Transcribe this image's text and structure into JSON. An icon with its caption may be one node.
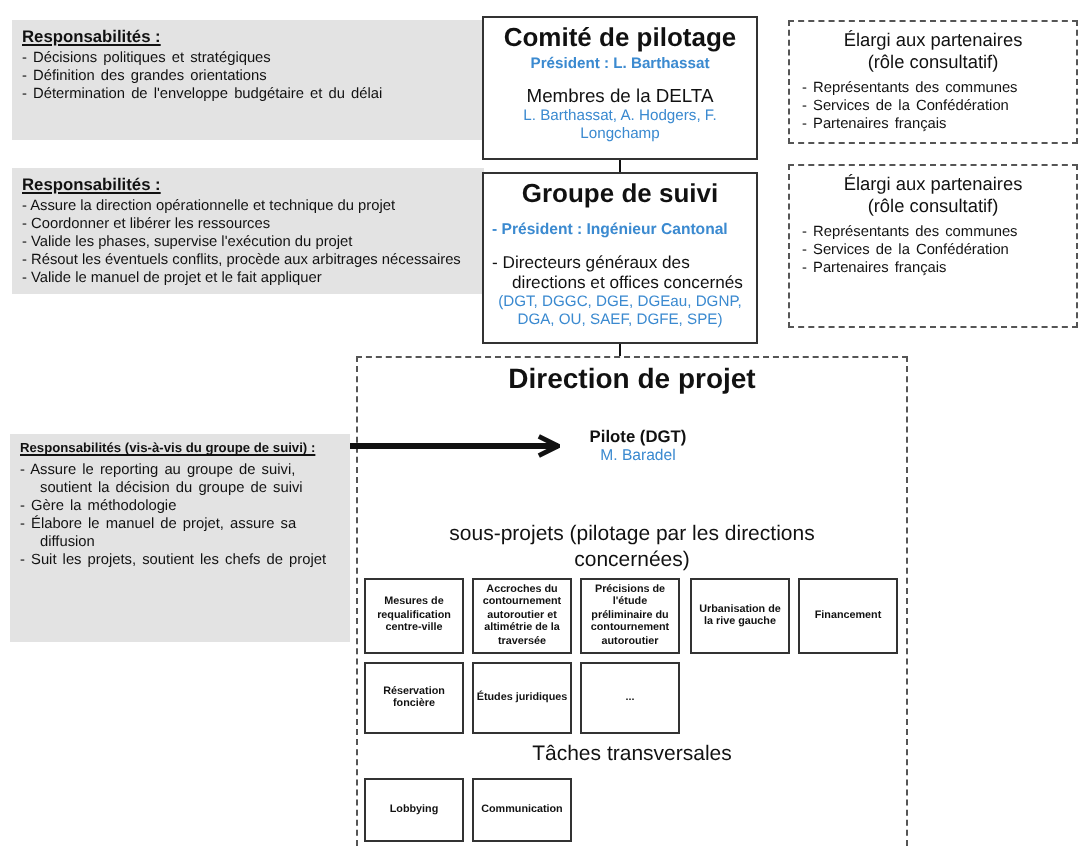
{
  "diagram": {
    "nodes": [
      {
        "text": [
          "Responsabilités :",
          "- Décisions politiques et stratégiques",
          "- Définition des grandes orientations",
          "- Détermination de l'enveloppe budgétaire et du délai"
        ]
      },
      {
        "text": [
          "Comité de pilotage",
          "**Président :** L. Barthassat",
          "Membres de la DELTA",
          "L. Barthassat, A. Hodgers, F. Longchamp"
        ]
      },
      {
        "text": [
          "Élargi aux partenaires (rôle consultatif)",
          "- Représentants des communes",
          "- Services de la Confédération",
          "- Partenaires français"
        ]
      },
      {
        "text": [
          "Responsabilités :",
          "- Assure la direction opérationnelle et technique du projet",
          "- Coordonner et libérer les ressources",
          "- Valide les phases, supervise l'exécution du projet",
          "- Résout les éventuels conflits, procède aux arbitrages nécessaires",
          "- Valide le manuel de projet et le fait appliquer"
        ]
      },
      {
        "text": [
          "Groupe de suivi",
          "- **Président :** Ingénieur Cantonal",
          "- Directeurs généraux des directions et offices concernés",
          "(DGT, DGGC, DGE, DGEau, DGNP, DGA, OU, SAEF, DGFE, SPE)"
        ]
      },
      {
        "text": [
          "Élargi aux partenaires (rôle consultatif)",
          "- Représentants des communes",
          "- Services de la Confédération",
          "- Partenaires français"
        ]
      },
      {
        "text": [
          "Direction de projet",
          "sous-projets (pilotage par les directions concernées)",
          "Tâches transversales"
        ]
      },
      {
        "text": [
          "Pilote (DGT)",
          "M. Baradel"
        ],
        "in": 6
      },
      {
        "text": [
          "Responsabilités (vis-à-vis du groupe de suivi) :",
          "- Assure le reporting au groupe de suivi, soutient la décision du groupe de suivi",
          "- Gère la méthodologie",
          "- Élabore le manuel de projet, assure sa diffusion",
          "- Suit les projets, soutient les chefs de projet"
        ]
      },
      {
        "text": [
          "Mesures de requalification centre-ville"
        ],
        "in": 6
      },
      {
        "text": [
          "Accroches du contournement autoroutier et altimétrie de la traversée"
        ],
        "in": 6
      },
      {
        "text": [
          "Précisions de l'étude préliminaire du contournement autoroutier"
        ],
        "in": 6
      },
      {
        "text": [
          "Urbanisation de la rive gauche"
        ],
        "in": 6
      },
      {
        "text": [
          "Financement"
        ],
        "in": 6
      },
      {
        "text": [
          "Réservation foncière"
        ],
        "in": 6
      },
      {
        "text": [
          "Études juridiques"
        ],
        "in": 6
      },
      {
        "text": [
          "..."
        ],
        "in": 6
      },
      {
        "text": [
          "Lobbying"
        ],
        "in": 6
      },
      {
        "text": [
          "Communication"
        ],
        "in": 6
      }
    ],
    "edges": [
      {
        "from": 1,
        "to": 4,
        "arrow": "none"
      },
      {
        "from": 4,
        "to": 6,
        "arrow": "none"
      },
      {
        "from": 8,
        "to": 7,
        "arrow": "to",
        "style": "thick"
      }
    ]
  }
}
